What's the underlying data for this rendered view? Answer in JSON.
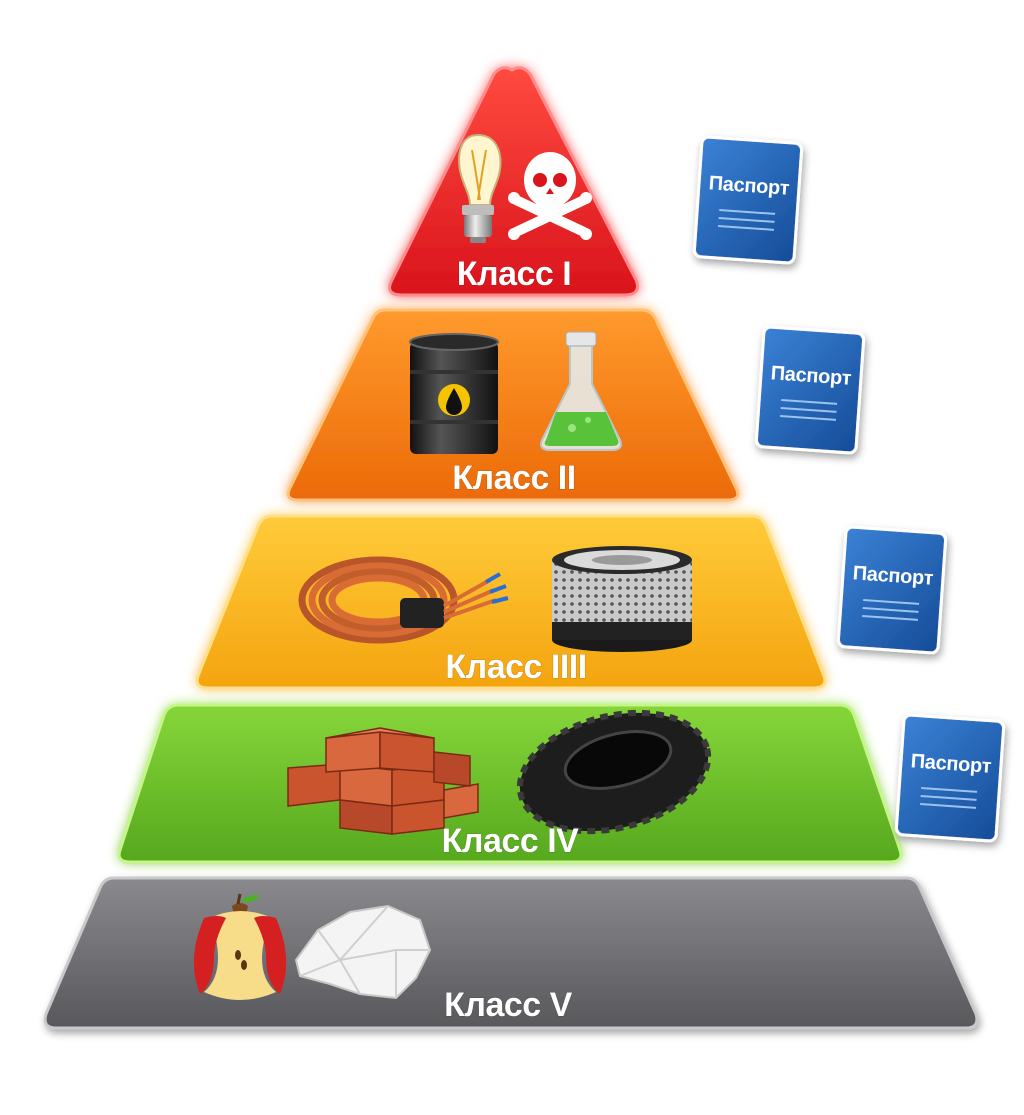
{
  "pyramid": {
    "tiers": [
      {
        "label": "Класс I",
        "color": "#e8232a",
        "icons": [
          "light-bulb-icon",
          "skull-crossbones-icon"
        ]
      },
      {
        "label": "Класс II",
        "color": "#f57c12",
        "icons": [
          "oil-barrel-icon",
          "chemical-flask-icon"
        ]
      },
      {
        "label": "Класс IIII",
        "color": "#f9b416",
        "icons": [
          "copper-cable-icon",
          "air-filter-icon"
        ]
      },
      {
        "label": "Класс IV",
        "color": "#6cc02a",
        "icons": [
          "bricks-icon",
          "tire-icon"
        ]
      },
      {
        "label": "Класс V",
        "color": "#6f6f73",
        "icons": [
          "apple-core-icon",
          "crumpled-paper-icon"
        ]
      }
    ]
  },
  "passports": [
    {
      "label": "Паспорт",
      "color": "#1f5fb0"
    },
    {
      "label": "Паспорт",
      "color": "#1f5fb0"
    },
    {
      "label": "Паспорт",
      "color": "#1f5fb0"
    },
    {
      "label": "Паспорт",
      "color": "#1f5fb0"
    }
  ]
}
